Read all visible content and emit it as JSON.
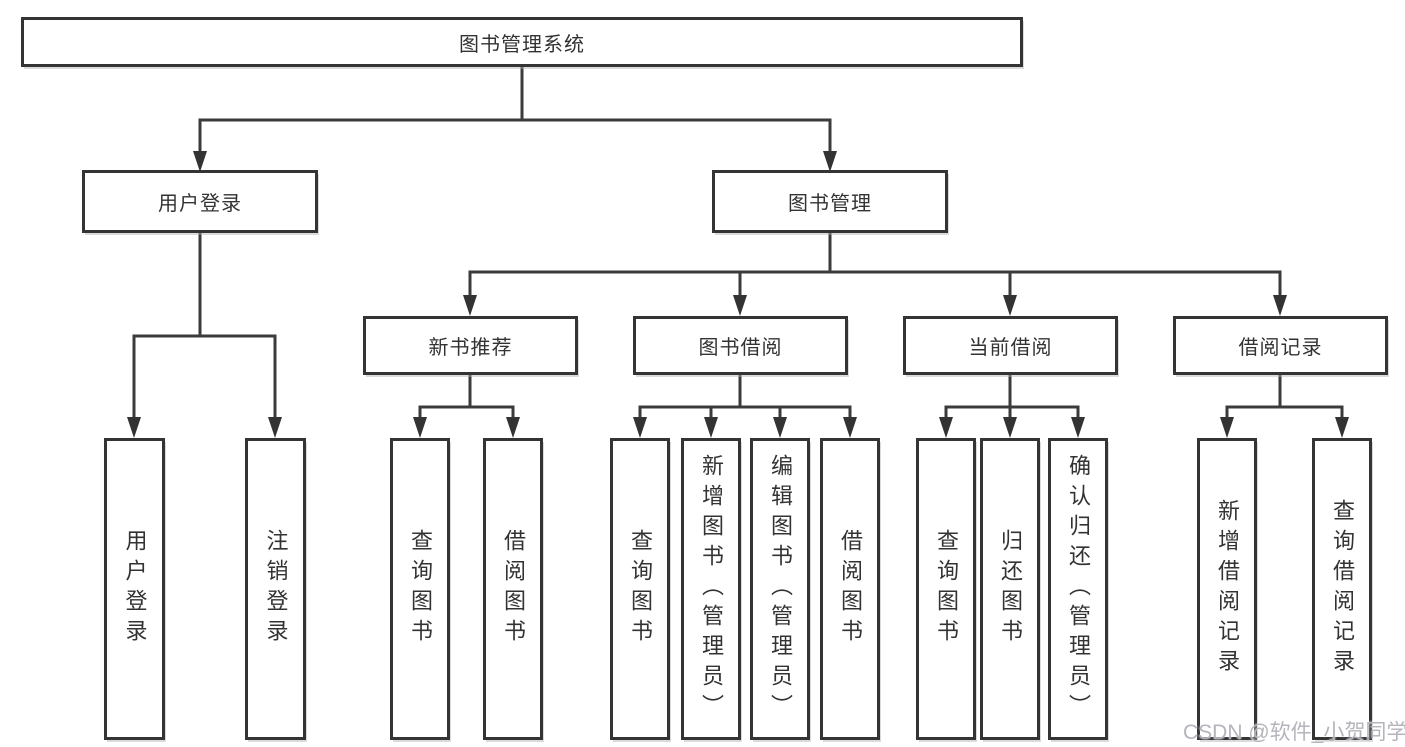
{
  "diagram": {
    "root": "图书管理系统",
    "level2": {
      "user_login": "用户登录",
      "book_management": "图书管理"
    },
    "level3": {
      "new_book": "新书推荐",
      "book_borrow": "图书借阅",
      "current_borrow": "当前借阅",
      "borrow_records": "借阅记录"
    },
    "leaves": {
      "user_login": [
        "用户登录",
        "注销登录"
      ],
      "new_book": [
        "查询图书",
        "借阅图书"
      ],
      "book_borrow": [
        "查询图书",
        "新增图书（管理员）",
        "编辑图书（管理员）",
        "借阅图书"
      ],
      "current_borrow": [
        "查询图书",
        "归还图书",
        "确认归还（管理员）"
      ],
      "borrow_records": [
        "新增借阅记录",
        "查询借阅记录"
      ]
    },
    "watermark": "CSDN @软件_小贺同学",
    "colors": {
      "border": "#343434",
      "line": "#3b3b3b",
      "text": "#333333",
      "watermark": "#b4b4bc",
      "background": "#ffffff"
    }
  }
}
